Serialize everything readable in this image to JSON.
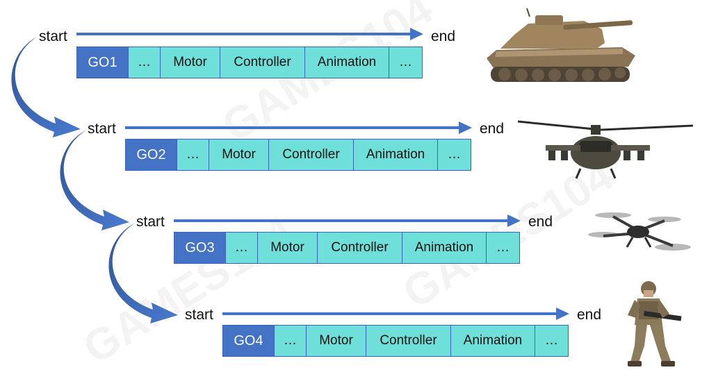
{
  "rows": [
    {
      "id": "GO1",
      "start": "start",
      "end": "end",
      "cells": [
        "…",
        "Motor",
        "Controller",
        "Animation",
        "…"
      ],
      "picture": "tank"
    },
    {
      "id": "GO2",
      "start": "start",
      "end": "end",
      "cells": [
        "…",
        "Motor",
        "Controller",
        "Animation",
        "…"
      ],
      "picture": "helicopter"
    },
    {
      "id": "GO3",
      "start": "start",
      "end": "end",
      "cells": [
        "…",
        "Motor",
        "Controller",
        "Animation",
        "…"
      ],
      "picture": "drone"
    },
    {
      "id": "GO4",
      "start": "start",
      "end": "end",
      "cells": [
        "…",
        "Motor",
        "Controller",
        "Animation",
        "…"
      ],
      "picture": "soldier"
    }
  ],
  "watermark": "GAMES104",
  "colors": {
    "go_cell": "#4472c4",
    "component_cell": "#6fe0d9",
    "arrow": "#4472c4",
    "border": "#3a63b8"
  }
}
